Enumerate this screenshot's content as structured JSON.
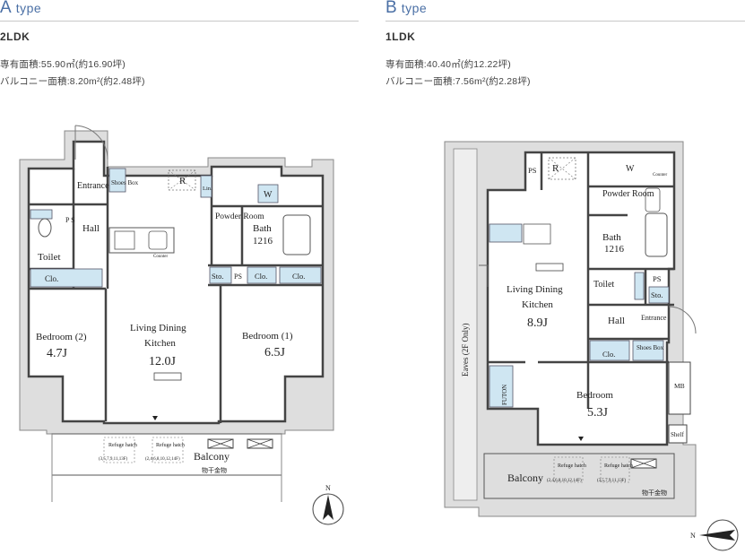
{
  "type_a": {
    "letter": "A",
    "word": "type",
    "layout": "2LDK",
    "exclusive_area": "専有面積:55.90㎡(約16.90坪)",
    "balcony_area": "バルコニー面積:8.20m²(約2.48坪)",
    "rooms": {
      "entrance": "Entrance",
      "shoes_box": "Shoes Box",
      "r": "R",
      "lin": "Lin.",
      "w": "W",
      "counter": "Counter",
      "hall": "Hall",
      "ps": "P S",
      "powder_room": "Powder Room",
      "bath": "Bath",
      "bath_size": "1216",
      "toilet": "Toilet",
      "clo_left": "Clo.",
      "sto": "Sto.",
      "ps2": "PS",
      "clo_mid": "Clo.",
      "clo_right": "Clo.",
      "bedroom2": "Bedroom (2)",
      "bedroom2_size": "4.7J",
      "living": "Living Dining",
      "kitchen": "Kitchen",
      "living_size": "12.0J",
      "bedroom1": "Bedroom (1)",
      "bedroom1_size": "6.5J",
      "refuge1": "Refuge hatch",
      "refuge1_floors": "(3,5,7,9,11,13F)",
      "refuge2": "Refuge hatch",
      "refuge2_floors": "(2,4,6,8,10,12,14F)",
      "balcony": "Balcony",
      "monohoshi": "物干金物"
    },
    "compass": "N"
  },
  "type_b": {
    "letter": "B",
    "word": "type",
    "layout": "1LDK",
    "exclusive_area": "専有面積:40.40㎡(約12.22坪)",
    "balcony_area": "バルコニー面積:7.56m²(約2.28坪)",
    "rooms": {
      "ps": "PS",
      "r": "R",
      "w": "W",
      "counter": "Counter",
      "powder_room": "Powder Room",
      "bath": "Bath",
      "bath_size": "1216",
      "living": "Living Dining",
      "kitchen": "Kitchen",
      "living_size": "8.9J",
      "toilet": "Toilet",
      "ps2": "PS",
      "sto": "Sto.",
      "hall": "Hall",
      "entrance": "Entrance",
      "clo": "Clo.",
      "shoes_box": "Shoes Box",
      "eaves": "Eaves (2F Only)",
      "futon": "FUTON",
      "bedroom": "Bedroom",
      "bedroom_size": "5.3J",
      "mb": "MB",
      "shelf": "Shelf",
      "balcony": "Balcony",
      "refuge1": "Refuge hatch",
      "refuge1_floors": "(2,4,6,8,10,12,14F)",
      "refuge2": "Refuge hatch",
      "refuge2_floors": "(3,5,7,9,11,13F)",
      "monohoshi": "物干金物"
    },
    "compass": "N"
  },
  "colors": {
    "accent": "#4a6fa5",
    "fixture": "#cfe6f2",
    "wall": "#555555",
    "ext": "#d9d9d9"
  }
}
